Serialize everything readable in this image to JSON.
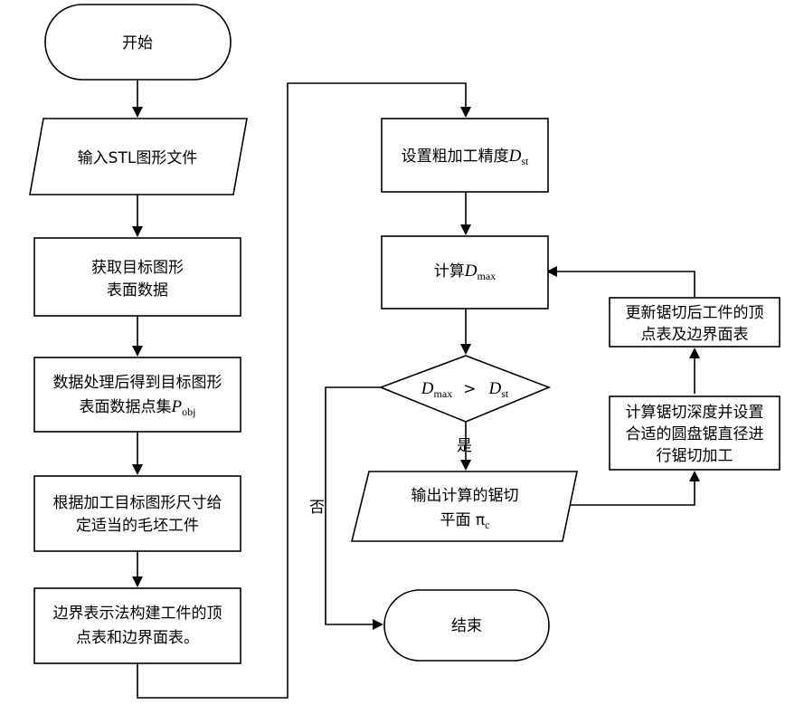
{
  "nodes": {
    "start": "开始",
    "input_stl": "输入STL图形文件",
    "get_surface": [
      "获取目标图形",
      "表面数据"
    ],
    "process": {
      "line1": "数据处理后得到目标图形",
      "line2_prefix": "表面数据点集",
      "var": "P",
      "sub": "obj"
    },
    "blank": [
      "根据加工目标图形尺寸给",
      "定适当的毛坯工件"
    ],
    "brep": [
      "边界表示法构建工件的顶",
      "点表和边界面表。"
    ],
    "set_precision": {
      "prefix": "设置粗加工精度",
      "var": "D",
      "sub": "st"
    },
    "calc_dmax": {
      "prefix": "计算",
      "var": "D",
      "sub": "max"
    },
    "decision": {
      "var1": "D",
      "sub1": "max",
      "op": ">",
      "var2": "D",
      "sub2": "st"
    },
    "output_plane": {
      "line1": "输出计算的锯切",
      "line2": "平面 π",
      "sub": "c"
    },
    "saw_depth": [
      "计算锯切深度并设置",
      "合适的圆盘锯直径进",
      "行锯切加工"
    ],
    "update_tables": [
      "更新锯切后工件的顶",
      "点表及边界面表"
    ],
    "end": "结束"
  },
  "edge_labels": {
    "yes": "是",
    "no": "否"
  }
}
